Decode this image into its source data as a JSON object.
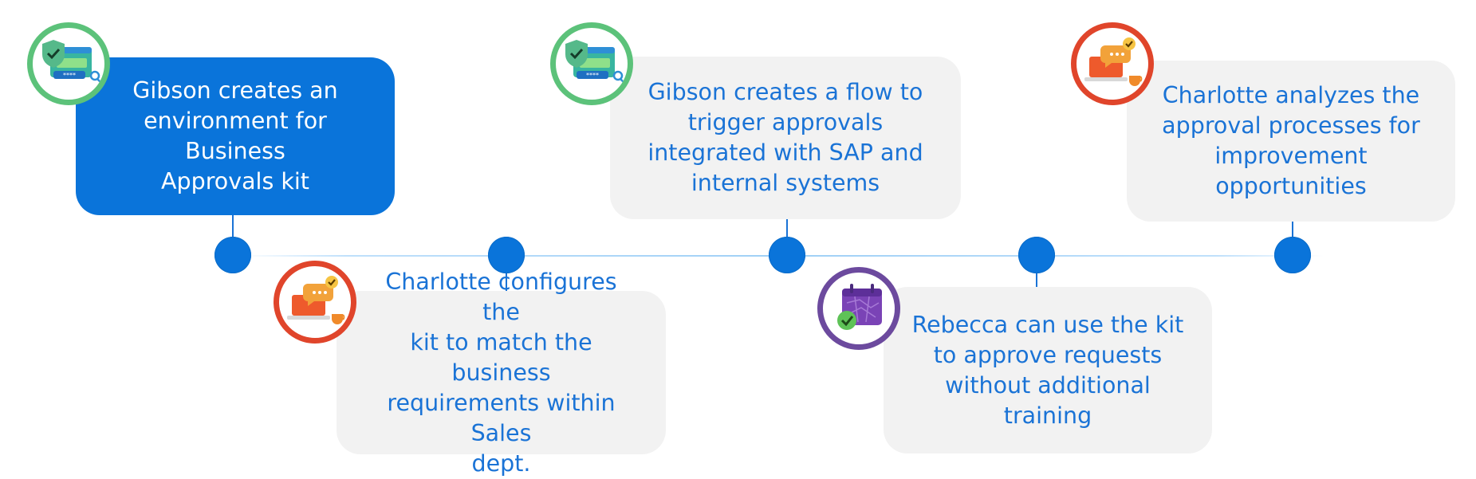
{
  "colors": {
    "accent_blue": "#0a74da",
    "text_blue": "#1a73d6",
    "card_gray": "#f2f2f2",
    "ring_green": "#5cc27a",
    "ring_red": "#e0452b",
    "ring_purple": "#6c4a9e"
  },
  "steps": [
    {
      "text": "Gibson creates an\nenvironment for Business\nApprovals kit",
      "icon": "security-dashboard-icon",
      "ring": "green",
      "highlighted": true
    },
    {
      "text": "Charlotte configures the\nkit to match the business\nrequirements within Sales\ndept.",
      "icon": "laptop-chat-icon",
      "ring": "red",
      "highlighted": false
    },
    {
      "text": "Gibson creates a flow to\ntrigger approvals\nintegrated with SAP and\ninternal systems",
      "icon": "security-dashboard-icon",
      "ring": "green",
      "highlighted": false
    },
    {
      "text": "Rebecca can use the kit\nto approve requests\nwithout additional\ntraining",
      "icon": "calendar-check-icon",
      "ring": "purple",
      "highlighted": false
    },
    {
      "text": "Charlotte analyzes the\napproval processes for\nimprovement\nopportunities",
      "icon": "laptop-chat-icon",
      "ring": "red",
      "highlighted": false
    }
  ]
}
